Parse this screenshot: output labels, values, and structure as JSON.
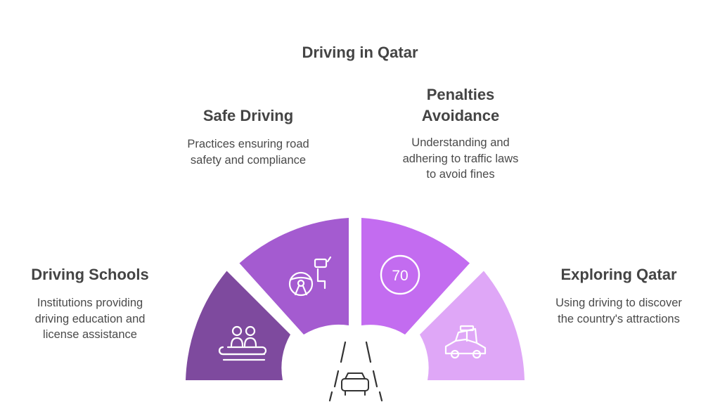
{
  "title": "Driving in Qatar",
  "colors": {
    "driving_schools": "#7e4a9e",
    "safe_driving": "#a45bd0",
    "penalties": "#c36cf0",
    "exploring": "#dfa7f7",
    "icon_stroke": "#ffffff",
    "road": "#333333"
  },
  "segments": {
    "safe_driving": {
      "heading": "Safe Driving",
      "description_lines": [
        "Practices ensuring road",
        "safety and compliance"
      ],
      "icon": "steering-wheel-mirror-icon"
    },
    "penalties": {
      "heading_lines": [
        "Penalties",
        "Avoidance"
      ],
      "description_lines": [
        "Understanding and",
        "adhering to traffic laws",
        "to avoid fines"
      ],
      "icon": "speed-limit-sign-icon",
      "icon_text": "70"
    },
    "driving_schools": {
      "heading": "Driving Schools",
      "description_lines": [
        "Institutions providing",
        "driving education and",
        "license assistance"
      ],
      "icon": "students-desk-icon"
    },
    "exploring": {
      "heading": "Exploring Qatar",
      "description_lines": [
        "Using driving to discover",
        "the country's attractions"
      ],
      "icon": "car-with-luggage-icon"
    }
  },
  "center_icon": "car-on-road-icon"
}
